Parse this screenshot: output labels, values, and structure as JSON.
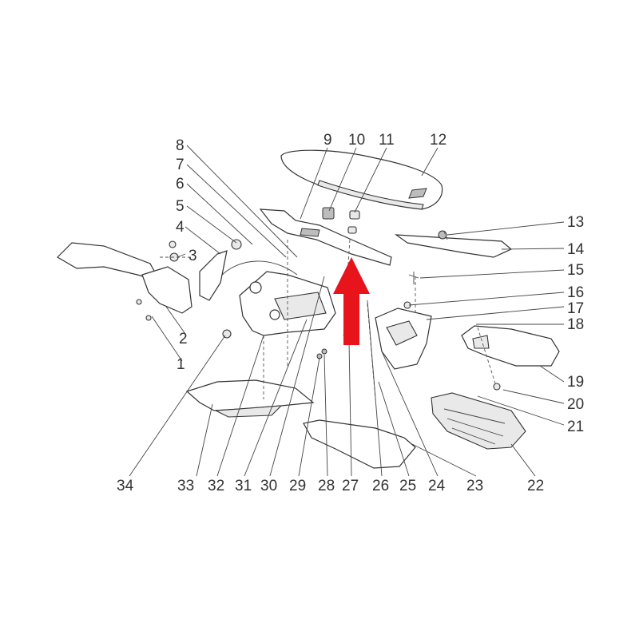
{
  "callouts": [
    {
      "id": "1",
      "label": "1"
    },
    {
      "id": "2",
      "label": "2"
    },
    {
      "id": "3",
      "label": "3"
    },
    {
      "id": "4",
      "label": "4"
    },
    {
      "id": "5",
      "label": "5"
    },
    {
      "id": "6",
      "label": "6"
    },
    {
      "id": "7",
      "label": "7"
    },
    {
      "id": "8",
      "label": "8"
    },
    {
      "id": "9",
      "label": "9"
    },
    {
      "id": "10",
      "label": "10"
    },
    {
      "id": "11",
      "label": "11"
    },
    {
      "id": "12",
      "label": "12"
    },
    {
      "id": "13",
      "label": "13"
    },
    {
      "id": "14",
      "label": "14"
    },
    {
      "id": "15",
      "label": "15"
    },
    {
      "id": "16",
      "label": "16"
    },
    {
      "id": "17",
      "label": "17"
    },
    {
      "id": "18",
      "label": "18"
    },
    {
      "id": "19",
      "label": "19"
    },
    {
      "id": "20",
      "label": "20"
    },
    {
      "id": "21",
      "label": "21"
    },
    {
      "id": "22",
      "label": "22"
    },
    {
      "id": "23",
      "label": "23"
    },
    {
      "id": "24",
      "label": "24"
    },
    {
      "id": "25",
      "label": "25"
    },
    {
      "id": "26",
      "label": "26"
    },
    {
      "id": "27",
      "label": "27"
    },
    {
      "id": "28",
      "label": "28"
    },
    {
      "id": "29",
      "label": "29"
    },
    {
      "id": "30",
      "label": "30"
    },
    {
      "id": "31",
      "label": "31"
    },
    {
      "id": "32",
      "label": "32"
    },
    {
      "id": "33",
      "label": "33"
    },
    {
      "id": "34",
      "label": "34"
    }
  ],
  "highlight": {
    "arrow_color": "#e8141c",
    "points_to": "10"
  }
}
